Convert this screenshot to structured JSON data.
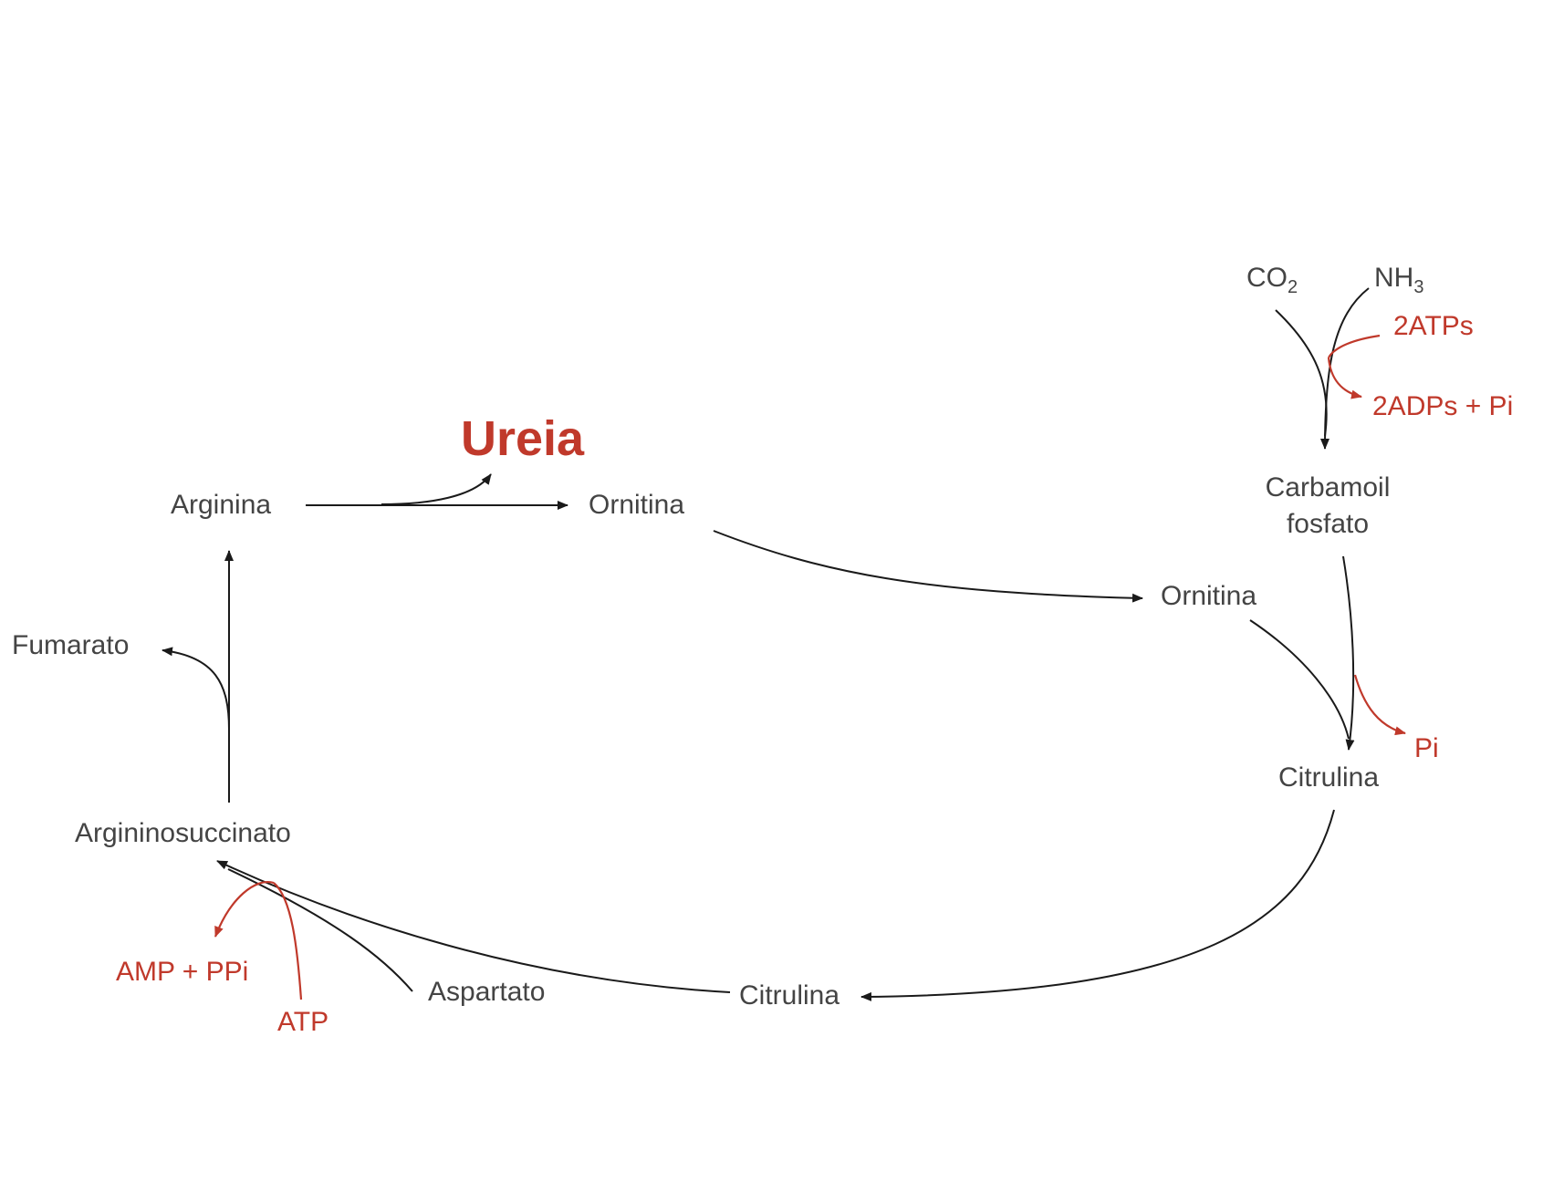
{
  "title": "Ureia",
  "cytosol": {
    "arginina": "Arginina",
    "ornitina": "Ornitina",
    "fumarato": "Fumarato",
    "argininosuccinato": "Argininosuccinato",
    "aspartato": "Aspartato",
    "citrulina": "Citrulina",
    "atp": "ATP",
    "amp_ppi": "AMP + PPi"
  },
  "mitochondria": {
    "co2": {
      "main": "CO",
      "sub": "2"
    },
    "nh3": {
      "main": "NH",
      "sub": "3"
    },
    "atps": "2ATPs",
    "adps_pi": "2ADPs + Pi",
    "carbamoil_line1": "Carbamoil",
    "carbamoil_line2": "fosfato",
    "ornitina": "Ornitina",
    "citrulina": "Citrulina",
    "pi": "Pi"
  },
  "colors": {
    "text": "#444444",
    "accent": "#c0392b",
    "arrow": "#1a1a1a",
    "membrane": "#000000"
  }
}
